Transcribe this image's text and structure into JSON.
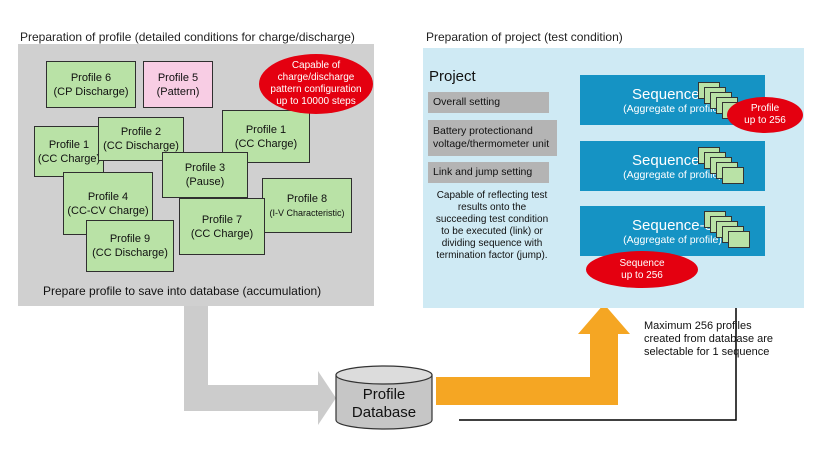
{
  "left_section": {
    "heading": "Preparation of profile (detailed conditions for charge/discharge)",
    "profiles": {
      "p6": [
        "Profile 6",
        "(CP Discharge)"
      ],
      "p5": [
        "Profile 5",
        "(Pattern)"
      ],
      "p1a": [
        "Profile 1",
        "(CC Charge)"
      ],
      "p2": [
        "Profile 2",
        "(CC Discharge)"
      ],
      "p1b": [
        "Profile 1",
        "(CC Charge)"
      ],
      "p3": [
        "Profile 3",
        "(Pause)"
      ],
      "p4": [
        "Profile 4",
        "(CC-CV Charge)"
      ],
      "p8": [
        "Profile 8",
        "(I-V Characteristic)"
      ],
      "p7": [
        "Profile 7",
        "(CC Charge)"
      ],
      "p9": [
        "Profile 9",
        "(CC Discharge)"
      ]
    },
    "pattern_bubble": [
      "Capable of",
      "charge/discharge",
      "pattern configuration",
      "up to 10000 steps"
    ],
    "caption": "Prepare profile to save into database (accumulation)"
  },
  "right_section": {
    "heading": "Preparation of project (test condition)",
    "project_title": "Project",
    "settings": {
      "overall": [
        "Overall setting"
      ],
      "battery": [
        "Battery protectionand",
        "voltage/thermometer unit"
      ],
      "link": [
        "Link and jump setting"
      ]
    },
    "link_note": [
      "Capable of reflecting test",
      "results onto the",
      "succeeding test condition",
      "to be executed (link) or",
      "dividing sequence with",
      "termination factor (jump)."
    ],
    "sequences": [
      {
        "title": "Sequence-1",
        "subtitle": "(Aggregate of profile)"
      },
      {
        "title": "Sequence-2",
        "subtitle": "(Aggregate of profile)"
      },
      {
        "title": "Sequence-3",
        "subtitle": "(Aggregate of profile)"
      }
    ],
    "profile_bubble": [
      "Profile",
      "up to 256"
    ],
    "sequence_bubble": [
      "Sequence",
      "up to 256"
    ]
  },
  "database": {
    "label": [
      "Profile",
      "Database"
    ],
    "max_note": [
      "Maximum 256 profiles",
      "created from database are",
      "selectable for 1 sequence"
    ]
  },
  "colors": {
    "profile_green": "#b9e2a6",
    "pattern_pink": "#f8cde4",
    "alert_red": "#e40010",
    "sequence_blue": "#1593c4",
    "flow_orange": "#f5a623",
    "flow_gray": "#cccccc"
  }
}
